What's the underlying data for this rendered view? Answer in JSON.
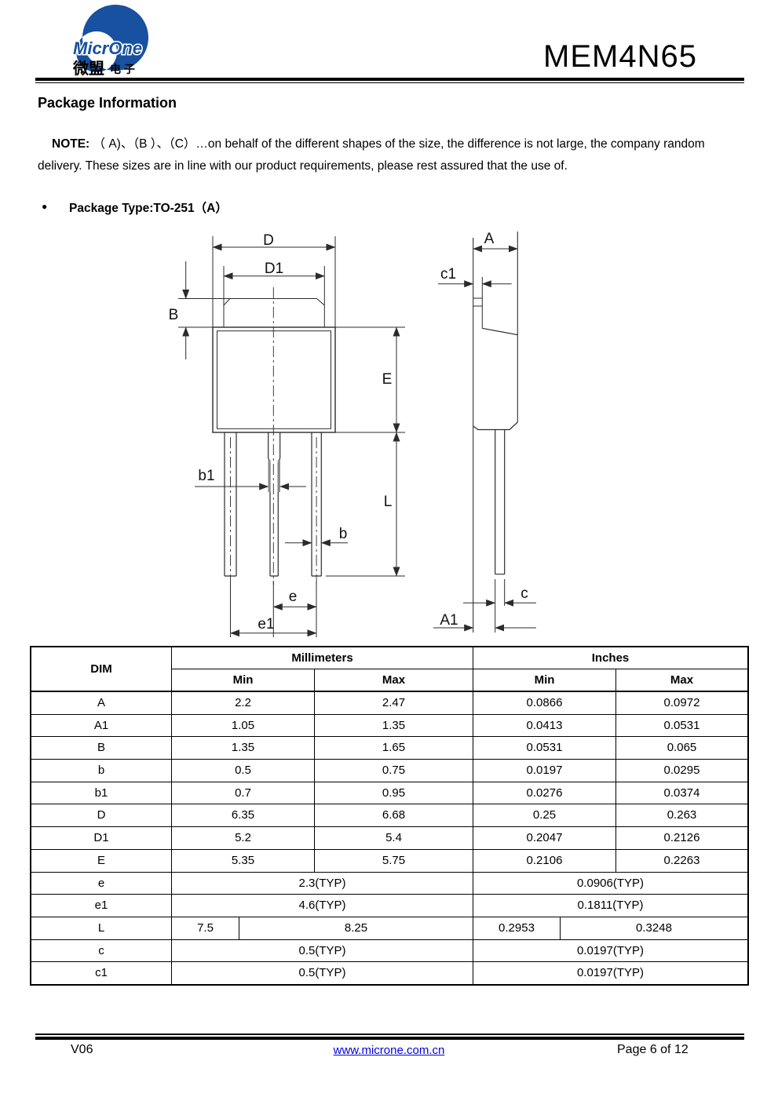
{
  "header": {
    "brand": "MicrOne",
    "brand_cn_main": "微盟",
    "brand_cn_sub": "电 子",
    "part_number": "MEM4N65"
  },
  "section": {
    "title": "Package Information",
    "note_label": "NOTE:",
    "note_text": "（ A)、（B ）、（C）…on behalf of the different shapes of the size, the difference is not large, the company random delivery. These sizes are in line with our product requirements, please rest assured that the use of.",
    "bullet": "●",
    "package_type": "Package Type:TO-251（A）"
  },
  "drawing": {
    "labels": {
      "D": "D",
      "D1": "D1",
      "B": "B",
      "E": "E",
      "L": "L",
      "b1": "b1",
      "b": "b",
      "e": "e",
      "e1": "e1",
      "A": "A",
      "c1": "c1",
      "c": "c",
      "A1": "A1"
    }
  },
  "table": {
    "headers": {
      "dim": "DIM",
      "millimeters": "Millimeters",
      "inches": "Inches",
      "min": "Min",
      "max": "Max"
    },
    "rows": [
      {
        "dim": "A",
        "mm_min": "2.2",
        "mm_max": "2.47",
        "in_min": "0.0866",
        "in_max": "0.0972"
      },
      {
        "dim": "A1",
        "mm_min": "1.05",
        "mm_max": "1.35",
        "in_min": "0.0413",
        "in_max": "0.0531"
      },
      {
        "dim": "B",
        "mm_min": "1.35",
        "mm_max": "1.65",
        "in_min": "0.0531",
        "in_max": "0.065"
      },
      {
        "dim": "b",
        "mm_min": "0.5",
        "mm_max": "0.75",
        "in_min": "0.0197",
        "in_max": "0.0295"
      },
      {
        "dim": "b1",
        "mm_min": "0.7",
        "mm_max": "0.95",
        "in_min": "0.0276",
        "in_max": "0.0374"
      },
      {
        "dim": "D",
        "mm_min": "6.35",
        "mm_max": "6.68",
        "in_min": "0.25",
        "in_max": "0.263"
      },
      {
        "dim": "D1",
        "mm_min": "5.2",
        "mm_max": "5.4",
        "in_min": "0.2047",
        "in_max": "0.2126"
      },
      {
        "dim": "E",
        "mm_min": "5.35",
        "mm_max": "5.75",
        "in_min": "0.2106",
        "in_max": "0.2263"
      },
      {
        "dim": "e",
        "mm": "2.3(TYP)",
        "in": "0.0906(TYP)"
      },
      {
        "dim": "e1",
        "mm": "4.6(TYP)",
        "in": "0.1811(TYP)"
      },
      {
        "dim": "L",
        "mm_min": "7.5",
        "mm_max": "8.25",
        "in_min": "0.2953",
        "in_max": "0.3248"
      },
      {
        "dim": "c",
        "mm": "0.5(TYP)",
        "in": "0.0197(TYP)"
      },
      {
        "dim": "c1",
        "mm": "0.5(TYP)",
        "in": "0.0197(TYP)"
      }
    ]
  },
  "footer": {
    "version": "V06",
    "website": "www.microne.com.cn",
    "page": "Page 6 of 12"
  }
}
